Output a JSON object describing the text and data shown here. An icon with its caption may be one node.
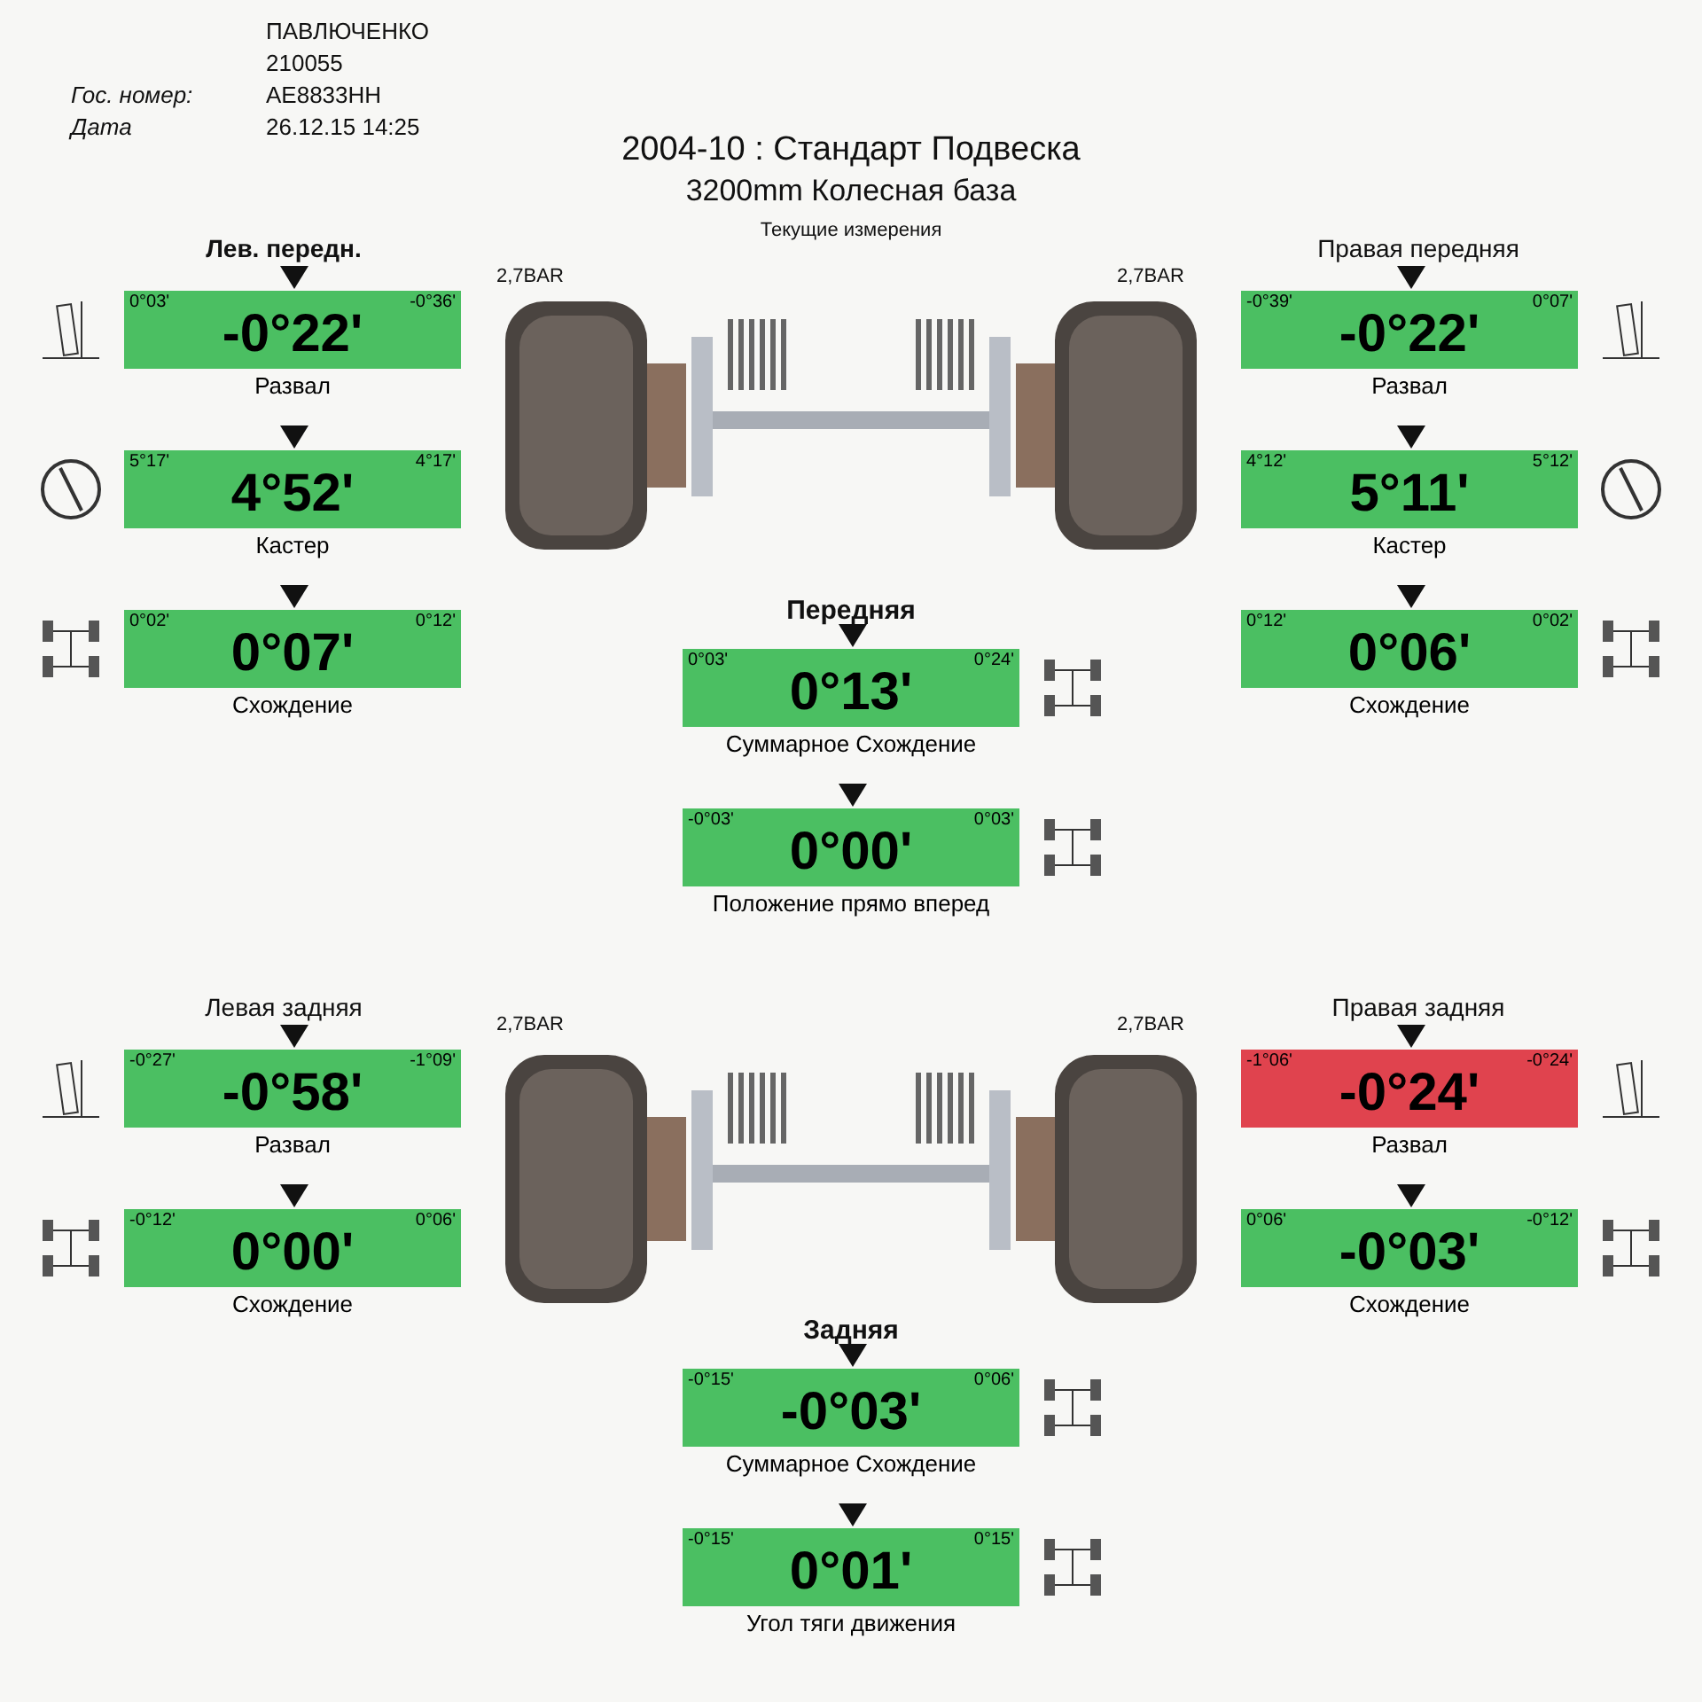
{
  "diagram": {
    "title": "2004-10 : Стандарт Подвеска",
    "nodes": [
      {
        "text": [
          "0°03'",
          "-0°22'",
          "-0°36'",
          "Развал"
        ]
      },
      {
        "text": [
          "5°17'",
          "4°52'",
          "4°17'",
          "Кастер"
        ]
      },
      {
        "text": [
          "0°02'",
          "0°07'",
          "0°12'",
          "Схождение"
        ]
      },
      {
        "text": [
          "0°03'",
          "0°13'",
          "0°24'",
          "Суммарное Схождение"
        ]
      },
      {
        "text": [
          "-0°03'",
          "0°00'",
          "0°03'",
          "Положение прямо вперед"
        ]
      },
      {
        "text": [
          "-0°39'",
          "-0°22'",
          "0°07'",
          "Развал"
        ]
      },
      {
        "text": [
          "4°12'",
          "5°11'",
          "5°12'",
          "Кастер"
        ]
      },
      {
        "text": [
          "0°12'",
          "0°06'",
          "0°02'",
          "Схождение"
        ]
      },
      {
        "text": [
          "-0°27'",
          "-0°58'",
          "-1°09'",
          "Развал"
        ]
      },
      {
        "text": [
          "-0°12'",
          "0°00'",
          "0°06'",
          "Схождение"
        ]
      },
      {
        "text": [
          "-0°15'",
          "-0°03'",
          "0°06'",
          "Суммарное Схождение"
        ]
      },
      {
        "text": [
          "-0°15'",
          "0°01'",
          "0°15'",
          "Угол тяги движения"
        ]
      },
      {
        "text": [
          "-1°06'",
          "-0°24'",
          "-0°24'",
          "Развал"
        ]
      },
      {
        "text": [
          "0°06'",
          "-0°03'",
          "-0°12'",
          "Схождение"
        ]
      }
    ],
    "edges": [],
    "labels": [
      "ПАВЛЮЧЕНКО",
      "210055",
      "Гос. номер:",
      "АЕ8833НН",
      "Дата",
      "26.12.15 14:25",
      "3200mm Колесная база",
      "Текущие измерения",
      "Лев. передн.",
      "2,7BAR",
      "2,7BAR",
      "Правая передняя",
      "Передняя",
      "Левая задняя",
      "2,7BAR",
      "2,7BAR",
      "Правая задняя",
      "Задняя"
    ]
  }
}
